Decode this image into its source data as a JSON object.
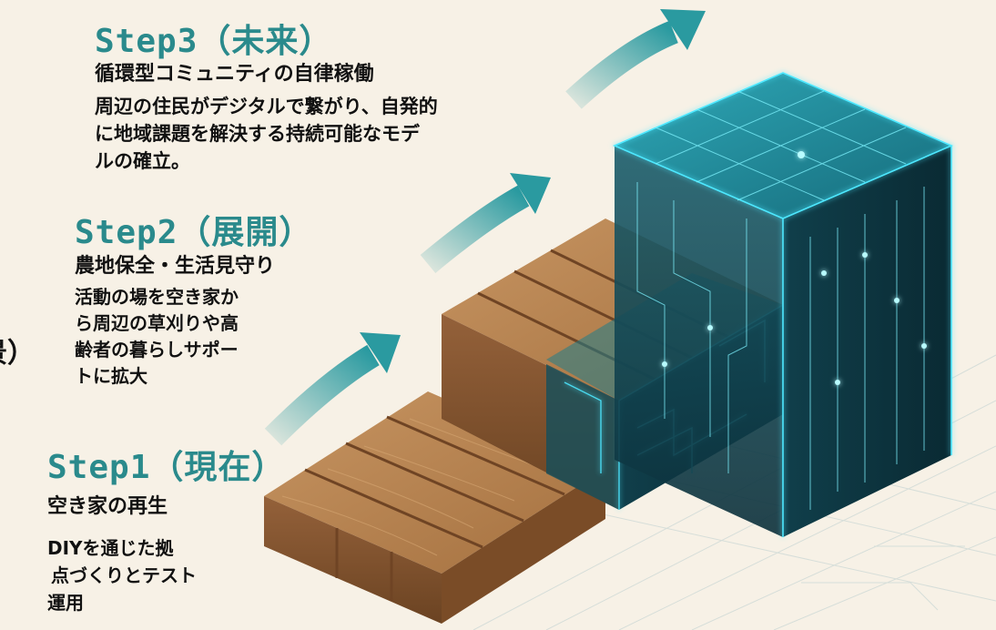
{
  "steps": [
    {
      "title": "Step1（現在）",
      "subtitle": "空き家の再生",
      "description": [
        "DIYを通じた拠",
        "点づくりとテスト",
        "運用"
      ]
    },
    {
      "title": "Step2（展開）",
      "subtitle": "農地保全・生活見守り",
      "description": [
        "活動の場を空き家か",
        "ら周辺の草刈りや高",
        "齢者の暮らしサポー",
        "トに拡大"
      ]
    },
    {
      "title": "Step3（未来）",
      "subtitle": "循環型コミュニティの自律稼働",
      "description": [
        "周辺の住民がデジタルで繋がり、自発的",
        "に地域課題を解決する持続可能なモデ",
        "ルの確立。"
      ]
    }
  ],
  "edge_fragment": "景）",
  "colors": {
    "title_teal": "#2a8a8c",
    "arrow_teal": "#2a9aa0",
    "wood_top": "#b5844f",
    "wood_side": "#8a5a2e",
    "cyber_face": "#0f3d4a",
    "cyber_glow": "#4ee8ff"
  },
  "icons": [
    "arrow-up-right-icon"
  ]
}
